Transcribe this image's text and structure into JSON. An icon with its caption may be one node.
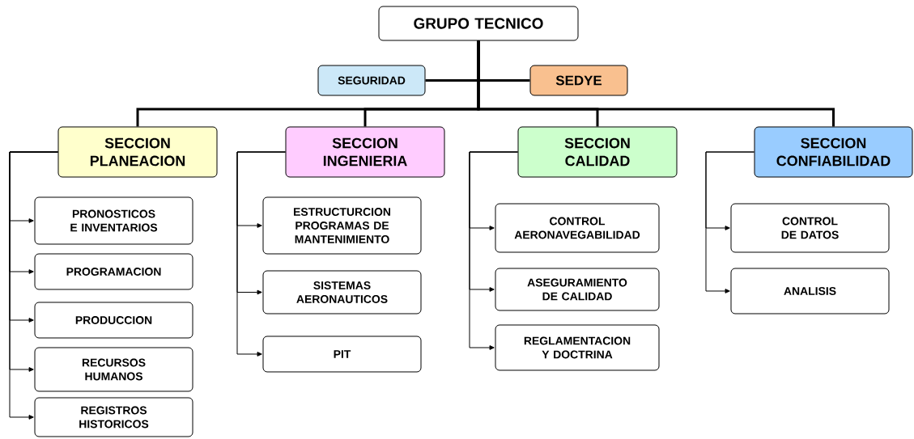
{
  "diagram": {
    "nodes": [
      {
        "text": [
          "GRUPO TECNICO"
        ]
      },
      {
        "text": [
          "SEGURIDAD"
        ]
      },
      {
        "text": [
          "SEDYE"
        ]
      },
      {
        "text": [
          "SECCION PLANEACION"
        ]
      },
      {
        "text": [
          "SECCION INGENIERIA"
        ]
      },
      {
        "text": [
          "SECCION CALIDAD"
        ]
      },
      {
        "text": [
          "SECCION CONFIABILIDAD"
        ]
      },
      {
        "text": [
          "PRONOSTICOS E INVENTARIOS"
        ]
      },
      {
        "text": [
          "PROGRAMACION"
        ]
      },
      {
        "text": [
          "PRODUCCION"
        ]
      },
      {
        "text": [
          "RECURSOS HUMANOS"
        ]
      },
      {
        "text": [
          "REGISTROS HISTORICOS"
        ]
      },
      {
        "text": [
          "ESTRUCTURCION PROGRAMAS DE MANTENIMIENTO"
        ]
      },
      {
        "text": [
          "SISTEMAS AERONAUTICOS"
        ]
      },
      {
        "text": [
          "PIT"
        ]
      },
      {
        "text": [
          "CONTROL AERONAVEGABILIDAD"
        ]
      },
      {
        "text": [
          "ASEGURAMIENTO DE CALIDAD"
        ]
      },
      {
        "text": [
          "REGLAMENTACION Y DOCTRINA"
        ]
      },
      {
        "text": [
          "CONTROL DE DATOS"
        ]
      },
      {
        "text": [
          "ANALISIS"
        ]
      }
    ],
    "edges": [
      {
        "from": 0,
        "to": 1,
        "arrow": "none",
        "style": "thick"
      },
      {
        "from": 0,
        "to": 2,
        "arrow": "none",
        "style": "thick"
      },
      {
        "from": 0,
        "to": 3,
        "arrow": "none",
        "style": "thick"
      },
      {
        "from": 0,
        "to": 4,
        "arrow": "none",
        "style": "thick"
      },
      {
        "from": 0,
        "to": 5,
        "arrow": "none",
        "style": "thick"
      },
      {
        "from": 0,
        "to": 6,
        "arrow": "none",
        "style": "thick"
      },
      {
        "from": 3,
        "to": 7,
        "arrow": "to"
      },
      {
        "from": 3,
        "to": 8,
        "arrow": "to"
      },
      {
        "from": 3,
        "to": 9,
        "arrow": "to"
      },
      {
        "from": 3,
        "to": 10,
        "arrow": "to"
      },
      {
        "from": 3,
        "to": 11,
        "arrow": "to"
      },
      {
        "from": 4,
        "to": 12,
        "arrow": "to"
      },
      {
        "from": 4,
        "to": 13,
        "arrow": "to"
      },
      {
        "from": 4,
        "to": 14,
        "arrow": "to"
      },
      {
        "from": 5,
        "to": 15,
        "arrow": "to"
      },
      {
        "from": 5,
        "to": 16,
        "arrow": "to"
      },
      {
        "from": 5,
        "to": 17,
        "arrow": "to"
      },
      {
        "from": 6,
        "to": 18,
        "arrow": "to"
      },
      {
        "from": 6,
        "to": 19,
        "arrow": "to"
      }
    ]
  }
}
